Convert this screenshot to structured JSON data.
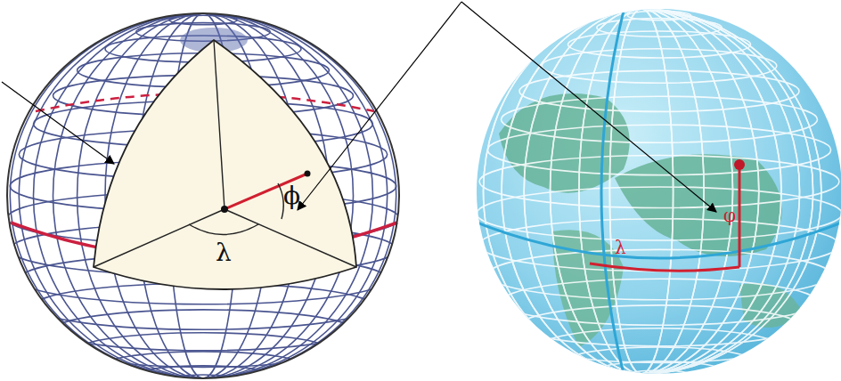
{
  "diagram": {
    "labels": [
      "λ",
      "ϕ",
      "λ",
      "φ"
    ]
  }
}
